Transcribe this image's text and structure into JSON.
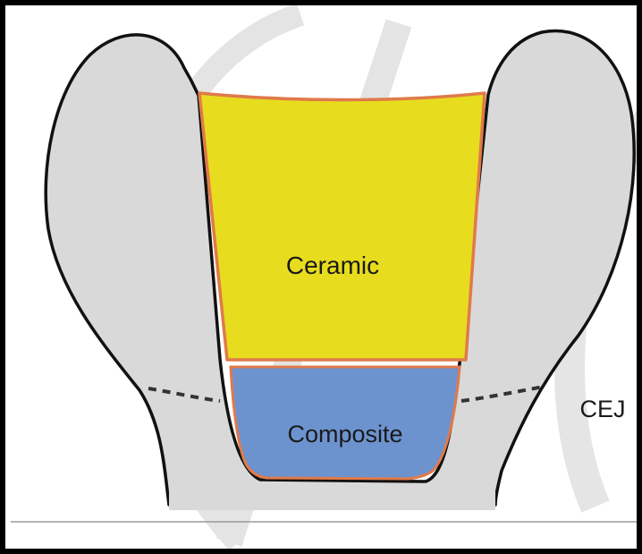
{
  "diagram": {
    "labels": {
      "ceramic": "Ceramic",
      "composite": "Composite",
      "cej": "CEJ"
    },
    "colors": {
      "ceramic_fill": "#e8dc1e",
      "ceramic_outline": "#e07a4a",
      "composite_fill": "#6d93cf",
      "composite_outline": "#e07a4a",
      "tooth_fill": "#d9d9d9",
      "tooth_outline": "#111111",
      "cej_line": "#333333",
      "watermark": "#cfcfcf"
    }
  }
}
